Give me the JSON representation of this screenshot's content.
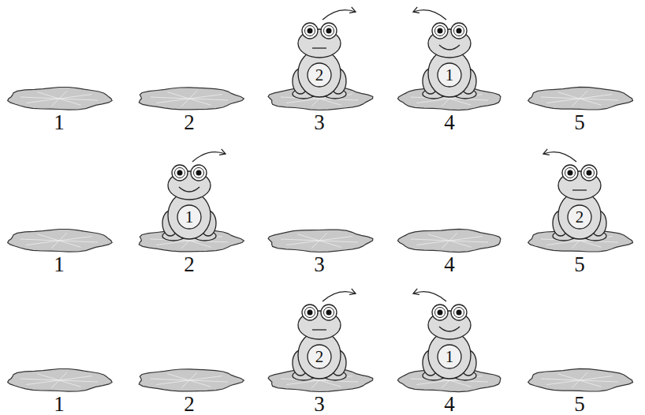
{
  "diagram": {
    "labels": [
      "2",
      "1",
      "1",
      "2",
      "3",
      "4",
      "5",
      "1",
      "2",
      "1",
      "2",
      "3",
      "4",
      "5",
      "2",
      "1",
      "1",
      "2",
      "3",
      "4",
      "5"
    ]
  }
}
